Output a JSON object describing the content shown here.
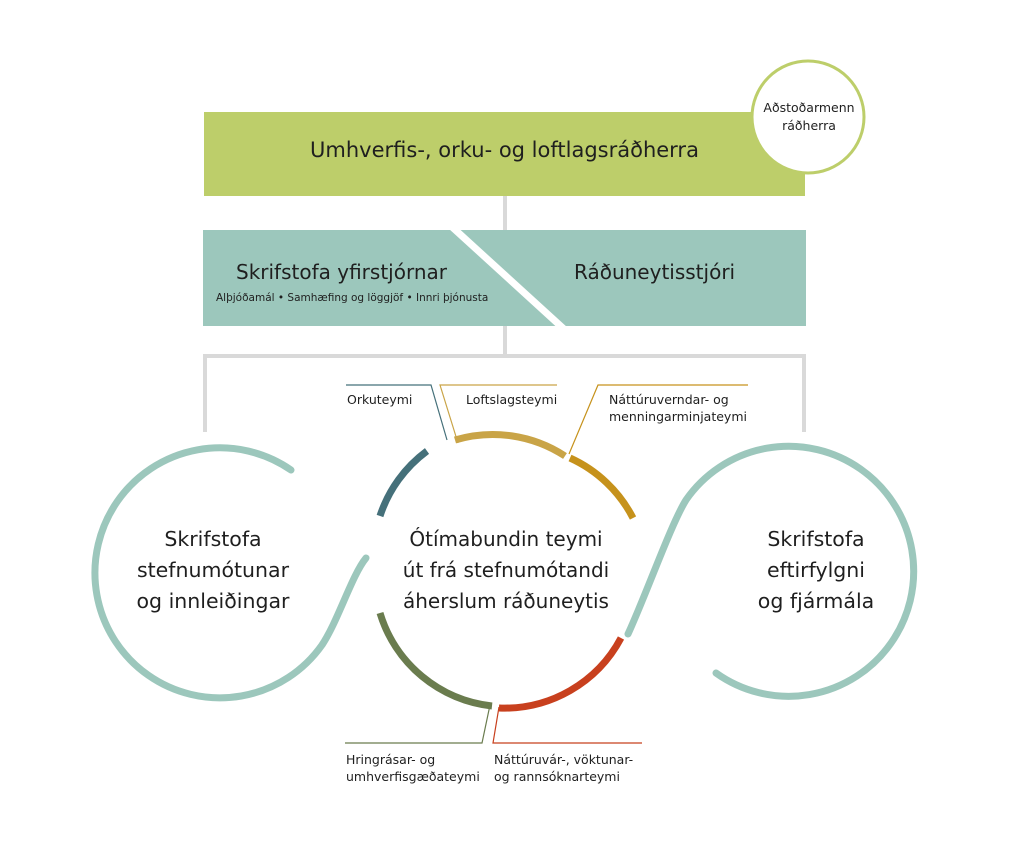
{
  "minister": {
    "title": "Umhverfis-, orku- og loftlagsráðherra"
  },
  "aides": {
    "line1": "Aðstoðarmenn",
    "line2": "ráðherra"
  },
  "executive_office": {
    "title": "Skrifstofa yfirstjórnar",
    "areas": "Alþjóðamál • Samhæfing og löggjöf • Innri þjónusta"
  },
  "secretary_general": {
    "title": "Ráðuneytisstjóri"
  },
  "office_left": {
    "line1": "Skrifstofa",
    "line2": "stefnumótunar",
    "line3": "og innleiðingar"
  },
  "office_right": {
    "line1": "Skrifstofa",
    "line2": "eftirfylgni",
    "line3": "og fjármála"
  },
  "temporary_teams": {
    "line1": "Ótímabundin teymi",
    "line2": "út frá stefnumótandi",
    "line3": "áherslum ráðuneytis"
  },
  "teams": {
    "energy": {
      "line1": "Orkuteymi"
    },
    "climate": {
      "line1": "Loftslagsteymi"
    },
    "nature_heritage": {
      "line1": "Náttúruverndar- og",
      "line2": "menningarminjateymi"
    },
    "circular": {
      "line1": "Hringrásar- og",
      "line2": "umhverfisgæðateymi"
    },
    "monitoring": {
      "line1": "Náttúruvár-, vöktunar-",
      "line2": "og rannsóknarteymi"
    }
  },
  "colors": {
    "minister_box": "#bdce6a",
    "office_box": "#9cc7bc",
    "aide_circle_border": "#bdce6a",
    "connector": "#d9d9d9",
    "office_arc": "#9cc7bc",
    "energy_team": "#45707a",
    "climate_team": "#c9a447",
    "nature_team": "#c6921c",
    "circular_team": "#6a7c4e",
    "monitoring_team": "#c8401e"
  }
}
